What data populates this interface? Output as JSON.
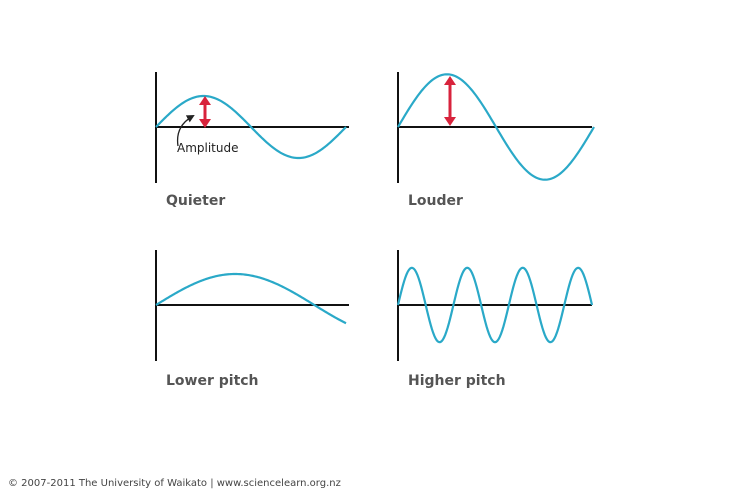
{
  "colors": {
    "wave": "#2aa9c8",
    "axis": "#111111",
    "arrow": "#d8233c",
    "label": "#555555",
    "annotation": "#222222",
    "credit": "#444444"
  },
  "panels": [
    {
      "label": "Quieter",
      "amplitude": 1,
      "cycles": 1
    },
    {
      "label": "Louder",
      "amplitude": 1.7,
      "cycles": 1
    },
    {
      "label": "Lower pitch",
      "amplitude": 1,
      "cycles": 0.6
    },
    {
      "label": "Higher pitch",
      "amplitude": 1.2,
      "cycles": 3.5
    }
  ],
  "annotation": {
    "label": "Amplitude"
  },
  "credit": "© 2007-2011 The University of Waikato | www.sciencelearn.org.nz"
}
